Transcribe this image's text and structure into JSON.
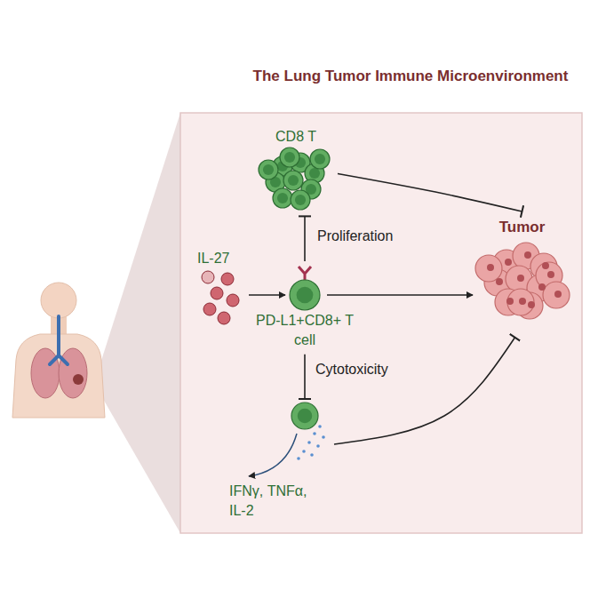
{
  "diagram": {
    "title": "The Lung Tumor Immune Microenvironment",
    "nodes": [
      {
        "text": [
          "CD8 T"
        ]
      },
      {
        "text": [
          "IL-27"
        ]
      },
      {
        "text": [
          "PD-L1+CD8+ T cell"
        ]
      },
      {
        "text": [
          "Tumor"
        ]
      },
      {
        "text": [
          "IFNγ, TNFα, IL-2"
        ]
      }
    ],
    "edges": [
      {
        "from": 1,
        "to": 2,
        "arrow": "to"
      },
      {
        "from": 2,
        "to": 0,
        "label": "Proliferation",
        "arrow": "to"
      },
      {
        "from": 2,
        "to": 4,
        "label": "Cytotoxicity",
        "arrow": "to"
      },
      {
        "from": 0,
        "to": 3,
        "arrow": "to"
      },
      {
        "from": 2,
        "to": 3,
        "arrow": "to"
      },
      {
        "from": 4,
        "to": 3,
        "arrow": "to"
      }
    ]
  }
}
